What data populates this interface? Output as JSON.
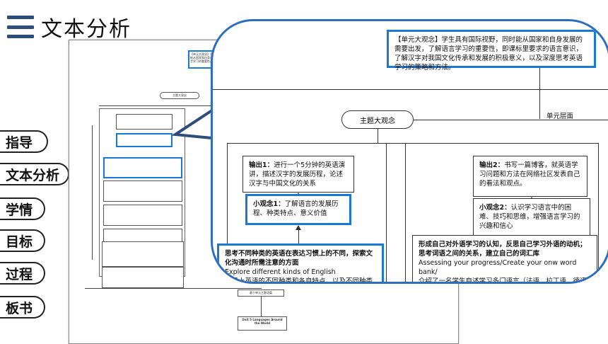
{
  "header": {
    "title": "文本分析"
  },
  "nav": {
    "items": [
      {
        "label": "指导"
      },
      {
        "label": "文本分析"
      },
      {
        "label": "学情"
      },
      {
        "label": "目标"
      },
      {
        "label": "过程"
      },
      {
        "label": "板书"
      }
    ]
  },
  "doc": {
    "top_box": "【单元大观念】学生具有国际视野，同时能从国家和自身发展的需要出发，了解语言学习的重要性。",
    "theme_oval": "主题大观念",
    "bottom_box1": "基于单元主题语篇",
    "bottom_box2": "Unit 5  Languages Around the World"
  },
  "zoom": {
    "unit_idea": "【单元大观念】学生具有国际视野，同时能从国家和自身发展的需要出发，了解语言学习的重要性，即课标里要求的语言意识，了解汉字对我国文化传承和发展的积极意义，以及深度思考英语学习的策略和方法。",
    "theme_oval": "主题大观念",
    "unit_level": "单元层面",
    "output1_label": "输出1：",
    "output1_text": "进行一个5分钟的英语演讲，描述汉字的发展历程，论述汉字与中国文化的关系",
    "output2_label": "输出2：",
    "output2_text": "书写一篇博客，就英语学习问题和方法在网络社区发表自己的看法和观点。",
    "mini1_label": "小观念1：",
    "mini1_text": "了解语言的发展历程、种类特点、意义价值",
    "mini2_label": "小观念2：",
    "mini2_text": "认识学习语言中的困难、技巧和思维，增强语言学习的兴趣和信心",
    "think_cn": "思考不同种类的英语在表达习惯上的不同，探索文化沟通时所需注意的方面",
    "think_en": "Explore different kinds of English",
    "think_cn2": "世界上英语的不同种类和各自特点，以及不同种类英语的不同表达方式",
    "reflect_cn": "形成自己对外语学习的认知，反思自己学习外语的动机；思考词语之间的关系，建立自己的词汇库",
    "reflect_en": "Assessing your progress/Create your onw word bank/",
    "reflect_cn2": "介绍了一名学生自述学习多门语言（法语、拉丁语、德语）的经历；展示了一款常用英英词典对于demand的解释页面，包含发音、发音词义、例句及语法知识。"
  },
  "colors": {
    "accent": "#1a78d6",
    "bar": "#2e4d7b",
    "zoom_border": "#2e6ec0"
  }
}
